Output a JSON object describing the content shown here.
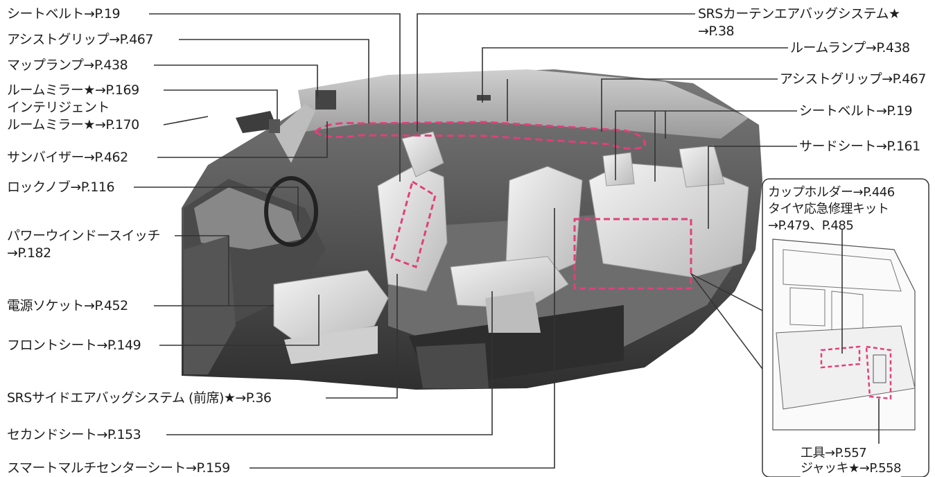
{
  "labels_left": [
    "シートベルト→P.19",
    "アシストグリップ→P.467",
    "マップランプ→P.438",
    "ルームミラー★→P.169",
    "インテリジェント",
    "ルームミラー★→P.170",
    "サンバイザー→P.462",
    "ロックノブ→P.116",
    "パワーウインドースイッチ",
    "→P.182",
    "電源ソケット→P.452",
    "フロントシート→P.149"
  ],
  "labels_bottom": [
    "SRSサイドエアバッグシステム (前席)★→P.36",
    "セカンドシート→P.153",
    "スマートマルチセンターシート→P.159"
  ],
  "labels_right": [
    "SRSカーテンエアバッグシステム★",
    "→P.38",
    "ルームランプ→P.438",
    "アシストグリップ→P.467",
    "シートベルト→P.19",
    "サードシート→P.161"
  ],
  "inset_labels": [
    "カップホルダー→P.446",
    "タイヤ応急修理キット",
    "→P.479、P.485",
    "工具→P.557",
    "ジャッキ★→P.558"
  ],
  "colors": {
    "airbag_dash": "#e0407a",
    "leader": "#333333",
    "interior_dark": "#3a3a3a",
    "interior_light": "#d8d8d8"
  }
}
